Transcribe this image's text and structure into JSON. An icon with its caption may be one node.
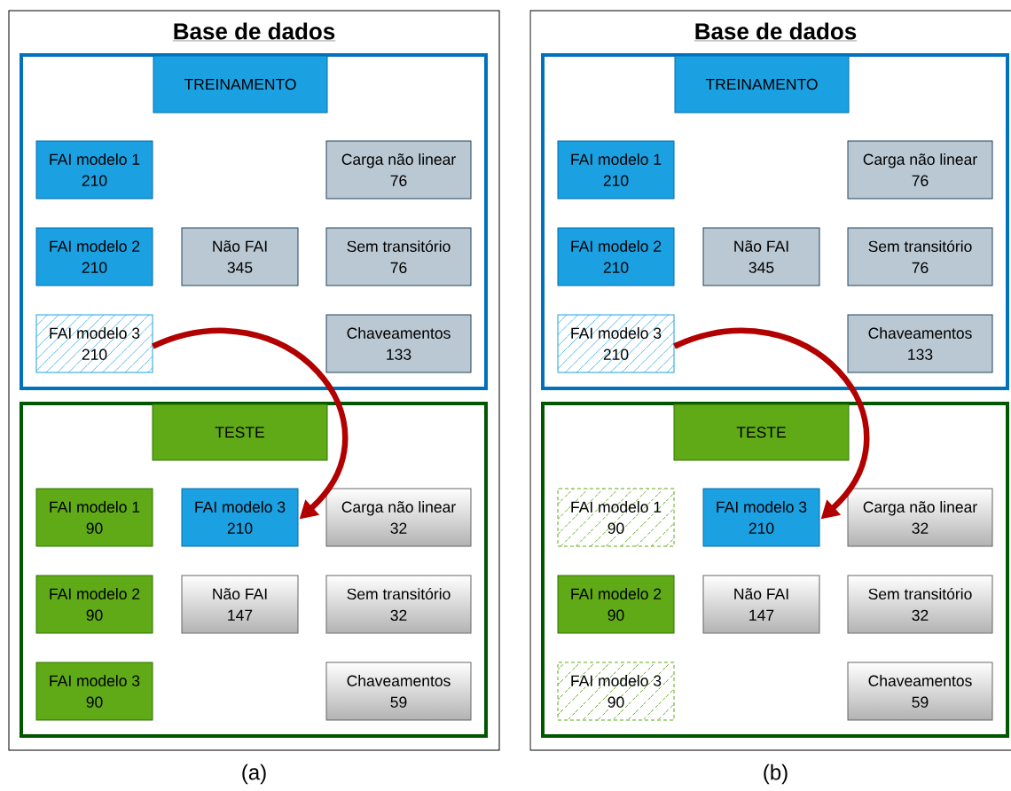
{
  "diagram": {
    "nodes": [
      {
        "text": [
          "Base de dados"
        ],
        "beside": [
          "(a)"
        ]
      },
      {
        "text": [],
        "shape": "box",
        "in": 0
      },
      {
        "text": [
          "TREINAMENTO"
        ],
        "in": 1
      },
      {
        "text": [
          "FAI modelo 1",
          "210"
        ],
        "in": 1
      },
      {
        "text": [
          "Carga não linear",
          "76"
        ],
        "in": 1
      },
      {
        "text": [
          "FAI modelo 2",
          "210"
        ],
        "in": 1
      },
      {
        "text": [
          "Não FAI",
          "345"
        ],
        "in": 1
      },
      {
        "text": [
          "Sem transitório",
          "76"
        ],
        "in": 1
      },
      {
        "text": [
          "FAI modelo 3",
          "210"
        ],
        "in": 1
      },
      {
        "text": [
          "Chaveamentos",
          "133"
        ],
        "in": 1
      },
      {
        "text": [],
        "shape": "box",
        "in": 0
      },
      {
        "text": [
          "TESTE"
        ],
        "in": 10
      },
      {
        "text": [
          "FAI modelo 1",
          "90"
        ],
        "in": 10
      },
      {
        "text": [
          "FAI modelo 3",
          "210"
        ],
        "in": 10
      },
      {
        "text": [
          "Carga não linear",
          "32"
        ],
        "in": 10
      },
      {
        "text": [
          "FAI modelo 2",
          "90"
        ],
        "in": 10
      },
      {
        "text": [
          "Não FAI",
          "147"
        ],
        "in": 10
      },
      {
        "text": [
          "Sem transitório",
          "32"
        ],
        "in": 10
      },
      {
        "text": [
          "FAI modelo 3",
          "90"
        ],
        "in": 10
      },
      {
        "text": [
          "Chaveamentos",
          "59"
        ],
        "in": 10
      },
      {
        "text": [
          "Base de dados"
        ],
        "beside": [
          "(b)"
        ]
      },
      {
        "text": [],
        "shape": "box",
        "in": 20
      },
      {
        "text": [
          "TREINAMENTO"
        ],
        "in": 21
      },
      {
        "text": [
          "FAI modelo 1",
          "210"
        ],
        "in": 21
      },
      {
        "text": [
          "Carga não linear",
          "76"
        ],
        "in": 21
      },
      {
        "text": [
          "FAI modelo 2",
          "210"
        ],
        "in": 21
      },
      {
        "text": [
          "Não FAI",
          "345"
        ],
        "in": 21
      },
      {
        "text": [
          "Sem transitório",
          "76"
        ],
        "in": 21
      },
      {
        "text": [
          "FAI modelo 3",
          "210"
        ],
        "in": 21
      },
      {
        "text": [
          "Chaveamentos",
          "133"
        ],
        "in": 21
      },
      {
        "text": [],
        "shape": "box",
        "in": 20
      },
      {
        "text": [
          "TESTE"
        ],
        "in": 30
      },
      {
        "text": [
          "FAI modelo 1",
          "90"
        ],
        "in": 30
      },
      {
        "text": [
          "FAI modelo 3",
          "210"
        ],
        "in": 30
      },
      {
        "text": [
          "Carga não linear",
          "32"
        ],
        "in": 30
      },
      {
        "text": [
          "FAI modelo 2",
          "90"
        ],
        "in": 30
      },
      {
        "text": [
          "Não FAI",
          "147"
        ],
        "in": 30
      },
      {
        "text": [
          "Sem transitório",
          "32"
        ],
        "in": 30
      },
      {
        "text": [
          "FAI modelo 3",
          "90"
        ],
        "in": 30
      },
      {
        "text": [
          "Chaveamentos",
          "59"
        ],
        "in": 30
      }
    ],
    "edges": [
      {
        "from": 8,
        "to": 13,
        "arrow": "to",
        "color": "#b20000"
      },
      {
        "from": 28,
        "to": 33,
        "arrow": "to",
        "color": "#b20000"
      }
    ]
  }
}
